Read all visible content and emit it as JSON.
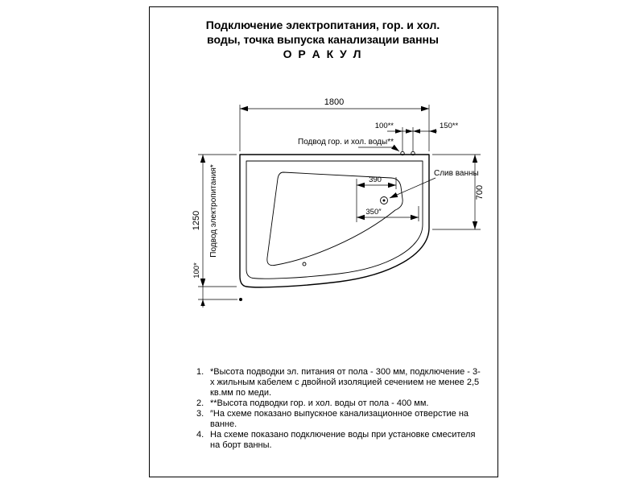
{
  "title": {
    "line1": "Подключение электропитания, гор. и хол.",
    "line2": "воды, точка выпуска канализации ванны",
    "line3": "О Р А К У Л"
  },
  "diagram": {
    "labels": {
      "water_supply": "Подвод гор. и хол. воды**",
      "drain": "Слив ванны",
      "power_supply": "Подвод электропитания*"
    },
    "dimensions": {
      "overall_width": "1800",
      "water_spacing": "100**",
      "water_edge_offset": "150**",
      "drain_offset_x": "390",
      "drain_offset_x2": "350″",
      "right_side_height": "700",
      "overall_depth": "1250",
      "power_offset": "100*"
    }
  },
  "notes": {
    "items": [
      {
        "num": "1.",
        "text": "*Высота подводки эл. питания от пола - 300 мм, подключение - 3-х жильным кабелем с двойной изоляцией сечением не менее 2,5 кв.мм по меди."
      },
      {
        "num": "2.",
        "text": "**Высота подводки гор. и хол. воды от пола - 400 мм."
      },
      {
        "num": "3.",
        "text": "″На схеме показано выпускное канализационное отверстие на ванне."
      },
      {
        "num": "4.",
        "text": "На схеме показано подключение воды при установке смесителя на борт ванны."
      }
    ]
  }
}
